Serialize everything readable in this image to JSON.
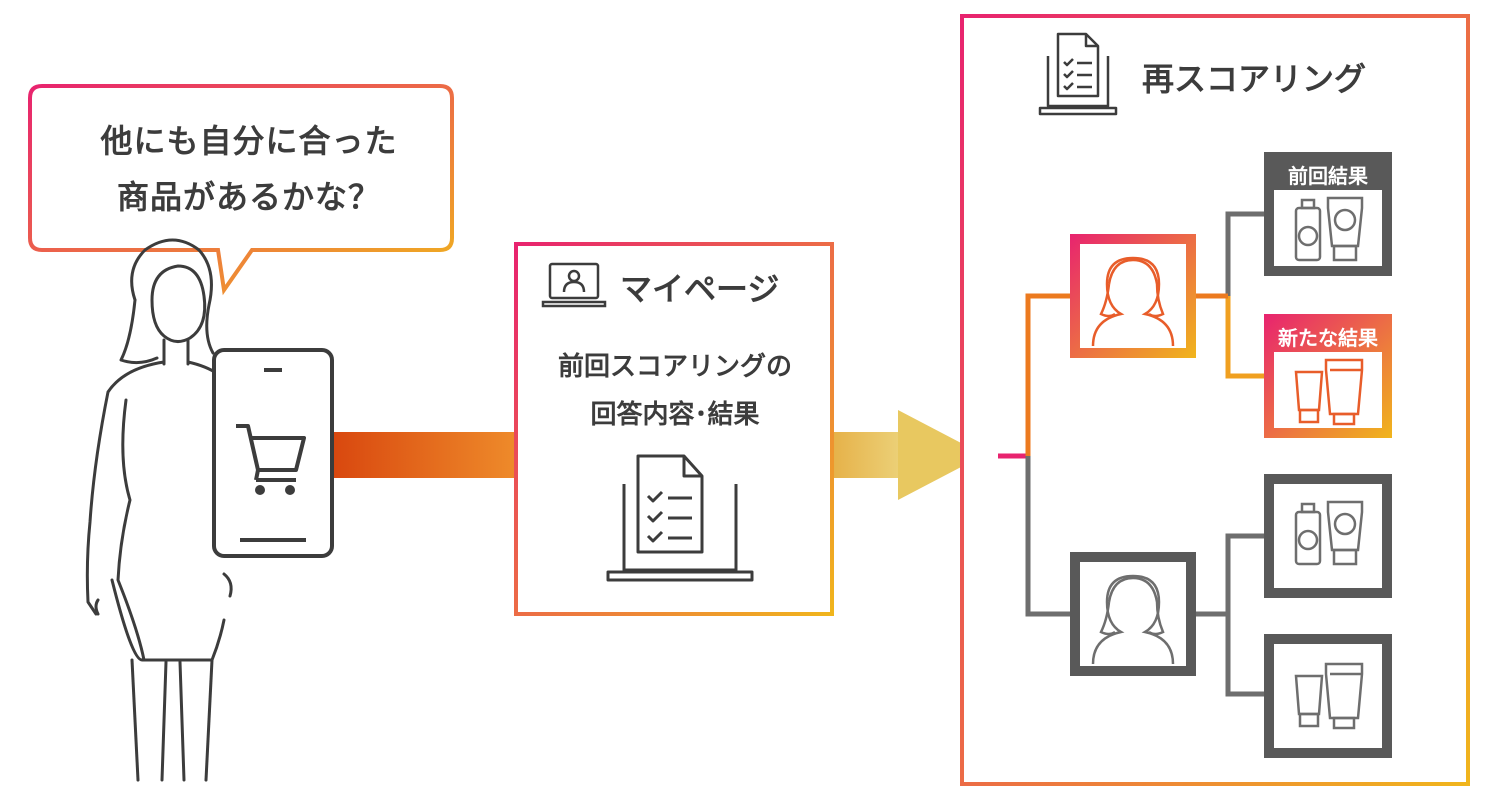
{
  "colors": {
    "gradient_start": "#e8236f",
    "gradient_end": "#f0b51c",
    "orange": "#ec7a1f",
    "dark_gray": "#595959",
    "line_gray": "#6e6e6e",
    "text": "#3c3c3c"
  },
  "speech_bubble": {
    "line1": "他にも自分に合った",
    "line2": "商品があるかな？"
  },
  "person_icon": "woman-figure-icon",
  "device_icon": "tablet-shopping-cart-icon",
  "mypage": {
    "title": "マイページ",
    "title_icon": "laptop-user-icon",
    "desc_line1": "前回スコアリングの",
    "desc_line2": "回答内容･結果",
    "body_icon": "laptop-checklist-icon"
  },
  "rescoring": {
    "title": "再スコアリング",
    "title_icon": "laptop-checklist-icon",
    "previous_result_label": "前回結果",
    "new_result_label": "新たな結果",
    "product_icon": "cosmetics-bottles-icon",
    "person_icon": "woman-portrait-icon"
  }
}
